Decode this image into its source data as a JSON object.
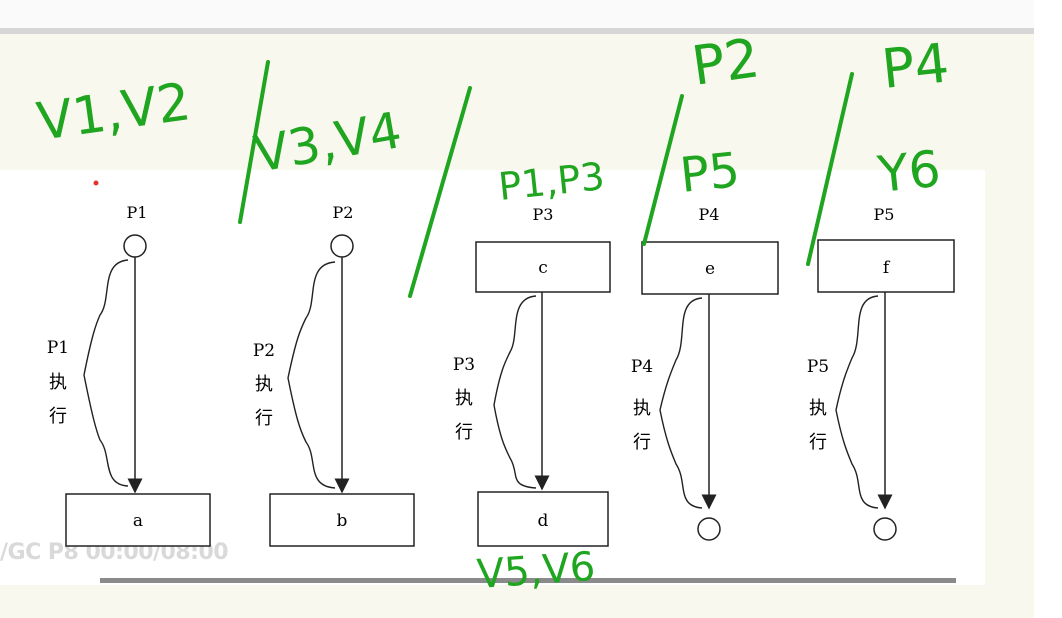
{
  "diagram": {
    "watermark": "/GC P8 00:00/08:00",
    "processes": [
      {
        "header": "P1",
        "side_label": [
          "P1",
          "执",
          "行"
        ],
        "end_box": "a"
      },
      {
        "header": "P2",
        "side_label": [
          "P2",
          "执",
          "行"
        ],
        "end_box": "b"
      },
      {
        "header": "P3",
        "start_box": "c",
        "side_label": [
          "P3",
          "执",
          "行"
        ],
        "end_box": "d"
      },
      {
        "header": "P4",
        "start_box": "e",
        "side_label": [
          "P4",
          "执",
          "行"
        ]
      },
      {
        "header": "P5",
        "start_box": "f",
        "side_label": [
          "P5",
          "执",
          "行"
        ]
      }
    ]
  },
  "annotations": {
    "color": "#1fa51f",
    "group1": "V1,V2",
    "group2": "V3,V4",
    "group3": "P1,P3",
    "group4_top": "P2",
    "group4_bottom": "P5",
    "group5_top": "P4",
    "group5_bottom": "Y6",
    "bottom_note": "V5,V6"
  }
}
